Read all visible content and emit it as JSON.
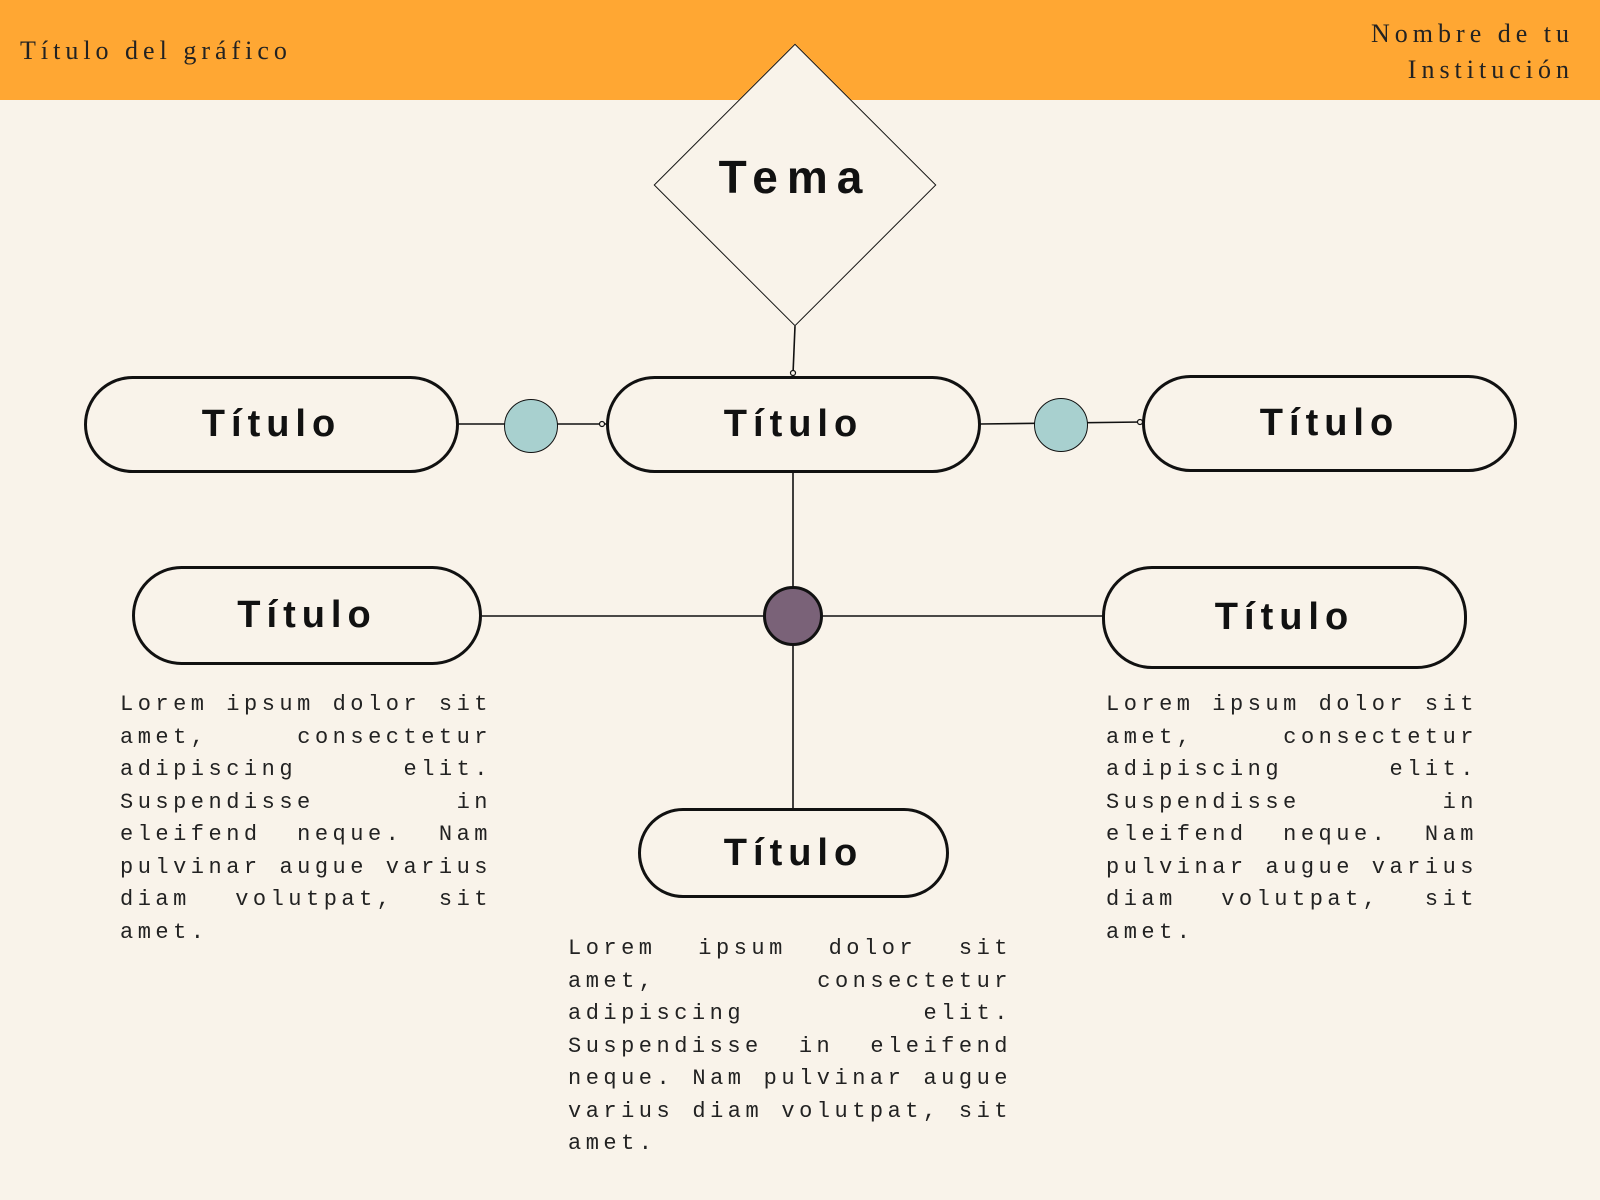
{
  "header": {
    "chart_title": "Título del gráfico",
    "institution": "Nombre de tu Institución",
    "bar_color": "#ffa733"
  },
  "diagram": {
    "topic": "Tema",
    "top_row": [
      {
        "label": "Título"
      },
      {
        "label": "Título"
      },
      {
        "label": "Título"
      }
    ],
    "branches": [
      {
        "label": "Título",
        "text": "Lorem ipsum dolor sit amet, consectetur adipiscing elit. Suspendisse in eleifend neque. Nam pulvinar augue varius diam volutpat, sit amet."
      },
      {
        "label": "Título",
        "text": "Lorem ipsum dolor sit amet, consectetur adipiscing elit. Suspendisse in eleifend neque. Nam pulvinar augue varius diam volutpat, sit amet."
      },
      {
        "label": "Título",
        "text": "Lorem ipsum dolor sit amet, consectetur adipiscing elit. Suspendisse in eleifend neque. Nam pulvinar augue varius diam volutpat, sit amet."
      }
    ]
  },
  "colors": {
    "background": "#f9f3ea",
    "connector_dot": "#a8d0cf",
    "hub_dot": "#7a6278",
    "line": "#111111"
  }
}
